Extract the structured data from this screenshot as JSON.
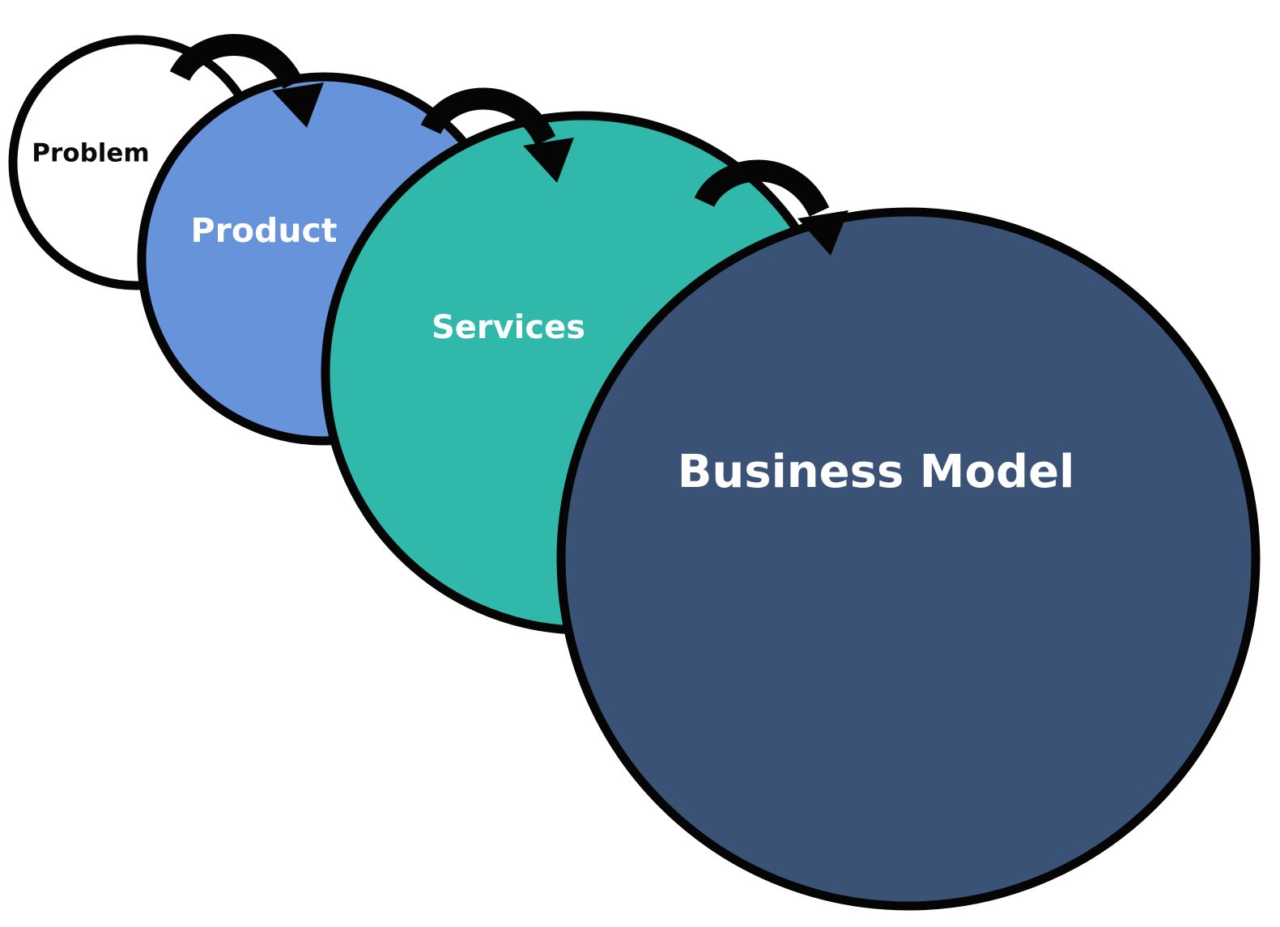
{
  "diagram": {
    "type": "overlapping-circle-progression",
    "colors": {
      "outline": "#050505",
      "problem_fill": "#ffffff",
      "product_fill": "#6693d9",
      "services_fill": "#30b8ab",
      "business_model_fill": "#3a5276",
      "dark_text": "#0a0a0a",
      "light_text": "#ffffff"
    },
    "nodes": [
      {
        "id": "problem",
        "label": "Problem"
      },
      {
        "id": "product",
        "label": "Product"
      },
      {
        "id": "services",
        "label": "Services"
      },
      {
        "id": "business_model",
        "label": "Business Model"
      }
    ],
    "connectors": [
      {
        "from": "problem",
        "to": "product",
        "icon": "curved-arrow-icon"
      },
      {
        "from": "product",
        "to": "services",
        "icon": "curved-arrow-icon"
      },
      {
        "from": "services",
        "to": "business_model",
        "icon": "curved-arrow-icon"
      }
    ]
  }
}
